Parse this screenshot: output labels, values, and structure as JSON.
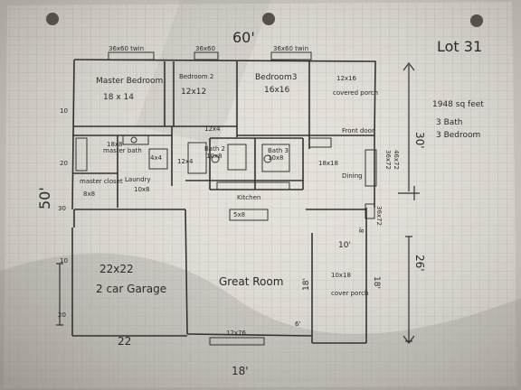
{
  "title": "Lot 31",
  "notes": [
    "1948 sq feet",
    "3 Bath",
    "3 Bedroom"
  ],
  "dimensions": {
    "top": "60'",
    "left": "50'",
    "right_upper": "30'",
    "right_lower": "26'",
    "bottom_left": "22",
    "bottom_center": "18'",
    "porch_left": "18'",
    "porch_right": "18'",
    "porch_width": "10'",
    "porch_small": "6'",
    "porch_step": "8'",
    "left_ticks": [
      "10",
      "20",
      "30",
      "10",
      "20"
    ]
  },
  "rooms": {
    "master_bedroom": {
      "name": "Master Bedroom",
      "size": "18 x 14"
    },
    "bedroom2": {
      "name": "Bedroom 2",
      "size": "12x12"
    },
    "bedroom3": {
      "name": "Bedroom3",
      "size": "16x16"
    },
    "covered_porch_top": {
      "name": "covered porch",
      "size": "12x16"
    },
    "master_bath": {
      "name": "master bath",
      "size": "18x8"
    },
    "master_closet": {
      "name": "master closet",
      "size": "8x8"
    },
    "laundry": {
      "name": "Laundry",
      "size": "10x8"
    },
    "linen": "4x4",
    "bath2": {
      "name": "Bath 2",
      "size": "10x8"
    },
    "bath3": {
      "name": "Bath 3",
      "size": "10x8"
    },
    "closet_12x4": "12x4",
    "front_door": "Front door",
    "dining": {
      "name": "Dining",
      "size": "18x18"
    },
    "kitchen": "Kitchen",
    "kitchen_island": "5x8",
    "great_room": "Great Room",
    "garage": {
      "size": "22x22",
      "name": "2 car Garage"
    },
    "covered_porch_bottom": {
      "size": "10x18",
      "name": "cover porch"
    }
  },
  "windows": {
    "top1": "36x60 twin",
    "top2": "36x60",
    "top3": "36x60 twin",
    "bottom": "12x76",
    "right1": "36x72",
    "right2": "46x72",
    "right3": "36x72",
    "small_left": "12x4"
  }
}
